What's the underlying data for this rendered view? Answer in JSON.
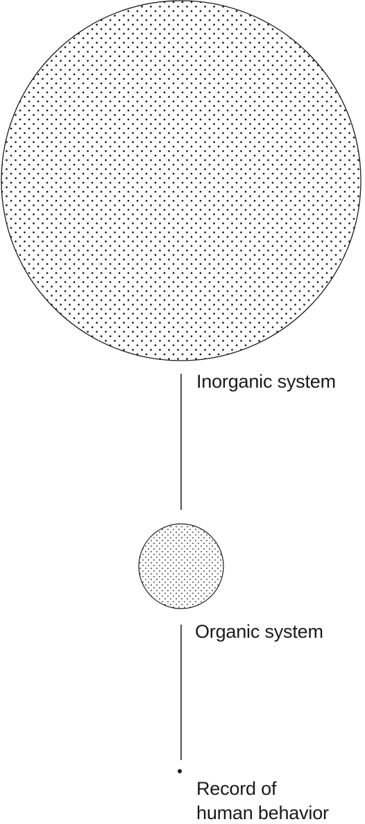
{
  "nodes": [
    {
      "id": "inorganic",
      "label": "Inorganic system"
    },
    {
      "id": "organic",
      "label": "Organic system"
    },
    {
      "id": "record",
      "label_lines": [
        "Record of",
        "human behavior"
      ]
    }
  ],
  "colors": {
    "ink": "#1a1a1a",
    "background": "#ffffff"
  }
}
